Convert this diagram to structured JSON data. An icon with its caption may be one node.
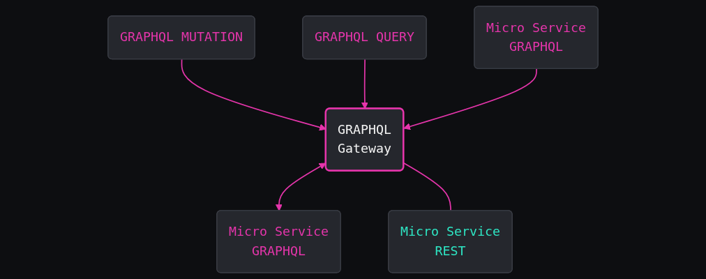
{
  "diagram": {
    "nodes": [
      {
        "text": [
          "GRAPHQL MUTATION"
        ]
      },
      {
        "text": [
          "GRAPHQL QUERY"
        ]
      },
      {
        "text": [
          "GRAPHQL",
          "Gateway"
        ]
      },
      {
        "text": [
          "Micro Service",
          "GRAPHQL"
        ]
      },
      {
        "text": [
          "Micro Service",
          "REST"
        ]
      },
      {
        "text": [
          "Micro Service",
          "GRAPHQL"
        ]
      }
    ],
    "edges": [
      {
        "from": 0,
        "to": 2,
        "arrow": "to"
      },
      {
        "from": 1,
        "to": 2,
        "arrow": "to"
      },
      {
        "from": 2,
        "to": 3,
        "arrow": "both"
      },
      {
        "from": 2,
        "to": 4,
        "arrow": "none"
      },
      {
        "from": 5,
        "to": 2,
        "arrow": "to"
      }
    ]
  }
}
